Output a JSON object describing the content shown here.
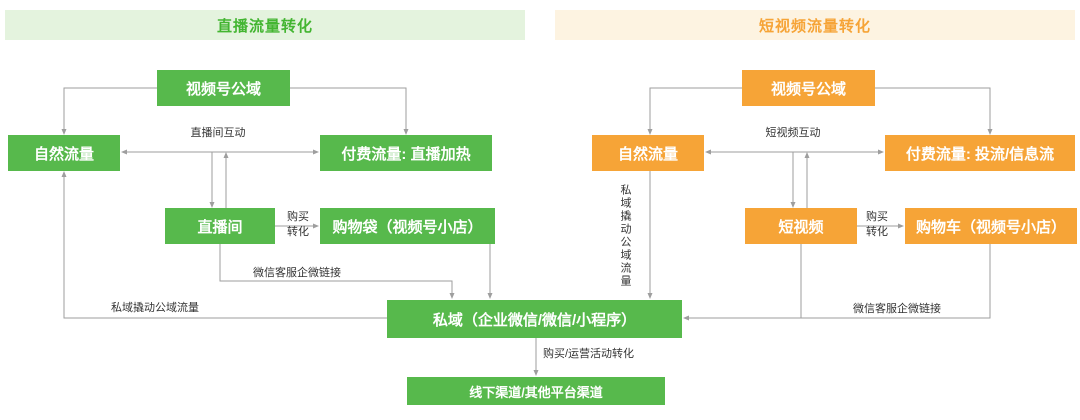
{
  "colors": {
    "node_green": "#57b94c",
    "node_orange": "#f6a437",
    "banner_green_bg": "#e4f3de",
    "banner_green_text": "#43b531",
    "banner_orange_bg": "#fdf3e1",
    "banner_orange_text": "#f6a437",
    "line_gray": "#9e9e9e",
    "label_text": "#333333"
  },
  "headers": {
    "left": "直播流量转化",
    "right": "短视频流量转化"
  },
  "nodes": {
    "lv_public": "视频号公域",
    "lv_natural": "自然流量",
    "lv_paid": "付费流量: 直播加热",
    "lv_room": "直播间",
    "lv_bag": "购物袋（视频号小店）",
    "sv_public": "视频号公域",
    "sv_natural": "自然流量",
    "sv_paid": "付费流量: 投流/信息流",
    "sv_video": "短视频",
    "sv_cart": "购物车（视频号小店）",
    "private_domain": "私域（企业微信/微信/小程序）",
    "offline": "线下渠道/其他平台渠道"
  },
  "labels": {
    "live_interact": "直播间互动",
    "buy_left_1": "购买",
    "buy_left_2": "转化",
    "wx_link_left": "微信客服企微链接",
    "leverage_left": "私域撬动公域流量",
    "buy_op": "购买/运营活动转化",
    "sv_interact": "短视频互动",
    "buy_right_1": "购买",
    "buy_right_2": "转化",
    "leverage_right": "私域撬动公域流量",
    "wx_link_right": "微信客服企微链接"
  }
}
